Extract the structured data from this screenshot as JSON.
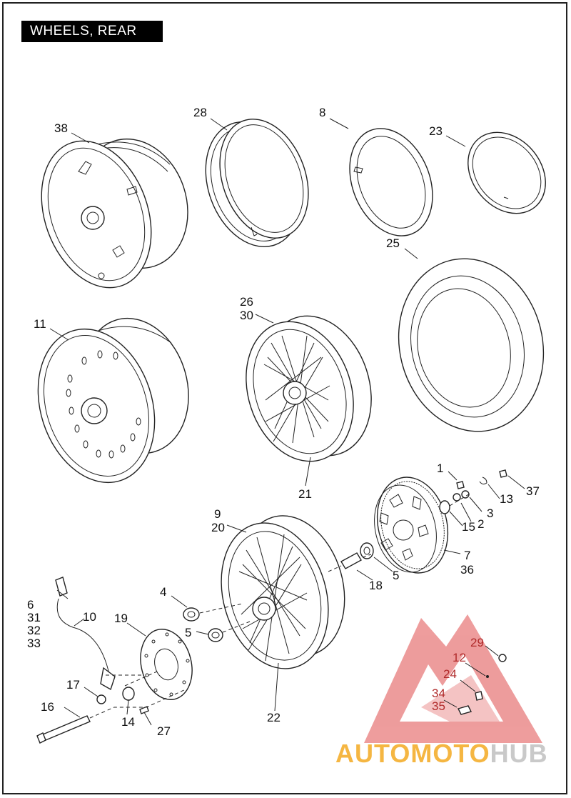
{
  "title": "WHEELS, REAR",
  "callouts": {
    "c38": "38",
    "c28": "28",
    "c8": "8",
    "c23": "23",
    "c25": "25",
    "c11": "11",
    "c26": "26",
    "c30": "30",
    "c21": "21",
    "c1": "1",
    "c13": "13",
    "c37": "37",
    "c3": "3",
    "c15": "15",
    "c2": "2",
    "c7": "7",
    "c36": "36",
    "c9": "9",
    "c20": "20",
    "c5a": "5",
    "c18": "18",
    "c6": "6",
    "c31": "31",
    "c32": "32",
    "c33": "33",
    "c10": "10",
    "c4": "4",
    "c5b": "5",
    "c19": "19",
    "c22": "22",
    "c17": "17",
    "c16": "16",
    "c14": "14",
    "c27": "27",
    "c29": "29",
    "c12": "12",
    "c24": "24",
    "c34": "34",
    "c35": "35"
  },
  "watermark": {
    "part1": "AUTOMOTO",
    "part2": "HUB",
    "color_logo": "#e87c7c",
    "color_part1": "#f5b642",
    "color_part2": "#c9c9c9"
  }
}
